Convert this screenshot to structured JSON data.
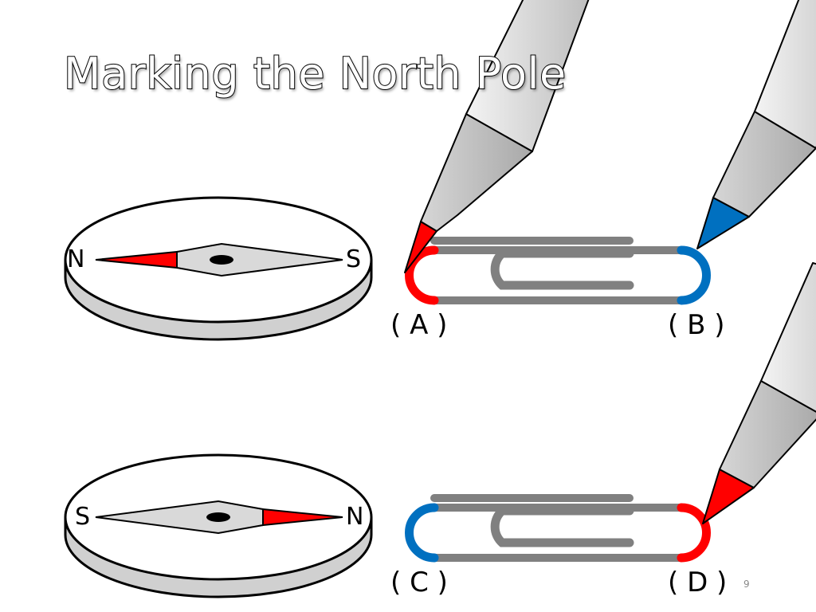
{
  "slide": {
    "title": "Marking the North Pole",
    "page_number": "9"
  },
  "compass_top": {
    "left_pole": "N",
    "right_pole": "S"
  },
  "compass_bottom": {
    "left_pole": "S",
    "right_pole": "N"
  },
  "clip_top": {
    "left_label": "( A )",
    "right_label": "( B )"
  },
  "clip_bottom": {
    "left_label": "( C )",
    "right_label": "( D )"
  },
  "colors": {
    "red": "#ff0000",
    "blue": "#0070c0",
    "clip_gray": "#808080",
    "needle_gray": "#d9d9d9",
    "compass_side": "#d0d0d0",
    "pen_body": "#e6e6e6"
  },
  "icons": {
    "compass": "compass-icon",
    "paper_clip": "paper-clip-icon",
    "marker": "marker-pen-icon"
  }
}
